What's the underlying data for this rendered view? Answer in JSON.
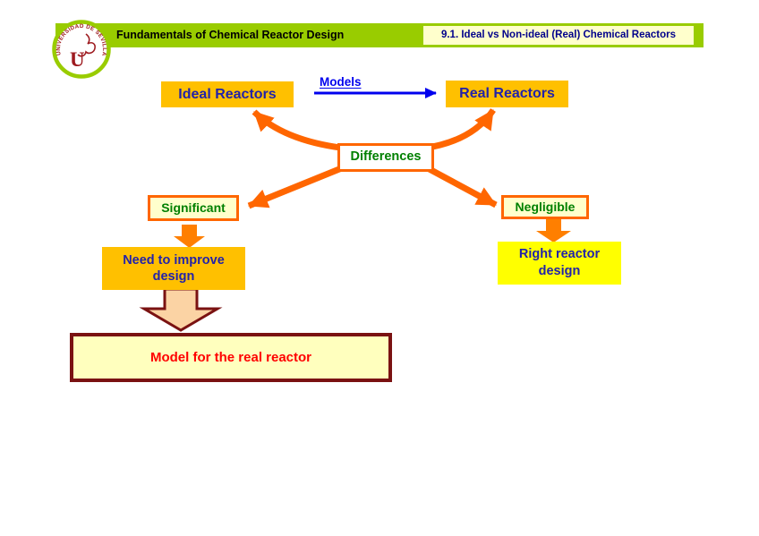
{
  "header": {
    "course_title": "Fundamentals of Chemical Reactor Design",
    "section_title": "9.1. Ideal vs Non-ideal (Real) Chemical Reactors",
    "logo": {
      "institution": "UNIVERSIDAD DE SEVILLA",
      "monogram": "U"
    }
  },
  "diagram": {
    "ideal_label": "Ideal Reactors",
    "real_label": "Real Reactors",
    "models_label": "Models",
    "differences_label": "Differences",
    "significant_label": "Significant",
    "negligible_label": "Negligible",
    "need_improve_label": "Need to improve design",
    "right_design_label": "Right reactor design",
    "model_real_label": "Model for the real reactor"
  },
  "colors": {
    "header_green": "#99CC00",
    "gold": "#FFC000",
    "pale_yellow": "#FFFFCC",
    "bright_yellow": "#FFFF00",
    "connector_orange": "#FF6600",
    "block_arrow_orange": "#FF7F00",
    "peach_arrow_fill": "#FBD3A4",
    "dark_red_border": "#7A1212",
    "navy_box_text": "#2222AA",
    "section_title_navy": "#00008B",
    "green_text": "#008000",
    "models_blue": "#0000EE",
    "model_text_red": "#FF0000"
  }
}
